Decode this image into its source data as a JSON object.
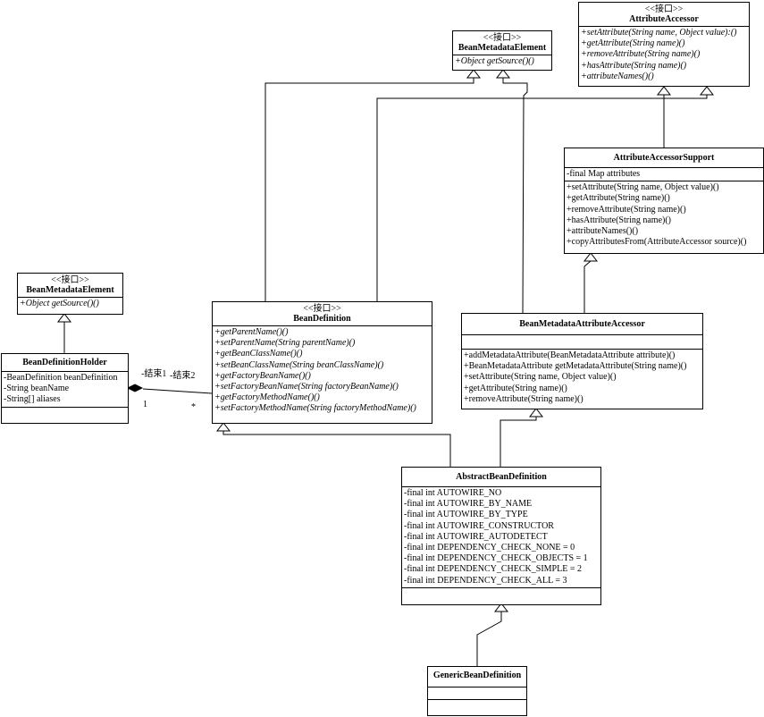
{
  "classes": {
    "attributeAccessor": {
      "stereotype": "<<接口>>",
      "name": "AttributeAccessor",
      "attributes": [],
      "operations": [
        "+setAttribute(String name, Object value):()",
        "+getAttribute(String name)()",
        "+removeAttribute(String name)()",
        "+hasAttribute(String name)()",
        "+attributeNames()()"
      ]
    },
    "beanMetadataElementTop": {
      "stereotype": "<<接口>>",
      "name": "BeanMetadataElement",
      "attributes": [],
      "operations": [
        "+Object getSource()()"
      ]
    },
    "attributeAccessorSupport": {
      "stereotype": "",
      "name": "AttributeAccessorSupport",
      "attributes": [
        "-final Map attributes"
      ],
      "operations": [
        "+setAttribute(String name, Object value)()",
        "+getAttribute(String name)()",
        "+removeAttribute(String name)()",
        "+hasAttribute(String name)()",
        "+attributeNames()()",
        "+copyAttributesFrom(AttributeAccessor source)()"
      ]
    },
    "beanMetadataElementLeft": {
      "stereotype": "<<接口>>",
      "name": "BeanMetadataElement",
      "attributes": [],
      "operations": [
        "+Object getSource()()"
      ]
    },
    "beanDefinition": {
      "stereotype": "<<接口>>",
      "name": "BeanDefinition",
      "attributes": [],
      "operations": [
        "+getParentName()()",
        "+setParentName(String parentName)()",
        "+getBeanClassName()()",
        "+setBeanClassName(String beanClassName)()",
        "+getFactoryBeanName()()",
        "+setFactoryBeanName(String factoryBeanName)()",
        "+getFactoryMethodName()()",
        "+setFactoryMethodName(String factoryMethodName)()"
      ]
    },
    "beanMetadataAttributeAccessor": {
      "stereotype": "",
      "name": "BeanMetadataAttributeAccessor",
      "attributes": [],
      "operations": [
        "+addMetadataAttribute(BeanMetadataAttribute attribute)()",
        "+BeanMetadataAttribute getMetadataAttribute(String name)()",
        "+setAttribute(String name, Object value)()",
        "+getAttribute(String name)()",
        "+removeAttribute(String name)()"
      ]
    },
    "beanDefinitionHolder": {
      "stereotype": "",
      "name": "BeanDefinitionHolder",
      "attributes": [
        "-BeanDefinition beanDefinition",
        "-String beanName",
        "-String[] aliases"
      ],
      "operations": []
    },
    "abstractBeanDefinition": {
      "stereotype": "",
      "name": "AbstractBeanDefinition",
      "attributes": [
        "-final int AUTOWIRE_NO",
        "-final int AUTOWIRE_BY_NAME",
        "-final int AUTOWIRE_BY_TYPE",
        "-final int AUTOWIRE_CONSTRUCTOR",
        "-final int AUTOWIRE_AUTODETECT",
        "-final int DEPENDENCY_CHECK_NONE = 0",
        "-final int DEPENDENCY_CHECK_OBJECTS = 1",
        "-final int DEPENDENCY_CHECK_SIMPLE = 2",
        "-final int DEPENDENCY_CHECK_ALL = 3"
      ],
      "operations": []
    },
    "genericBeanDefinition": {
      "stereotype": "",
      "name": "GenericBeanDefinition",
      "attributes": [],
      "operations": []
    }
  },
  "association": {
    "end1_role": "-结束1",
    "end2_role": "-结束2",
    "end1_multiplicity": "1",
    "end2_multiplicity": "*"
  }
}
